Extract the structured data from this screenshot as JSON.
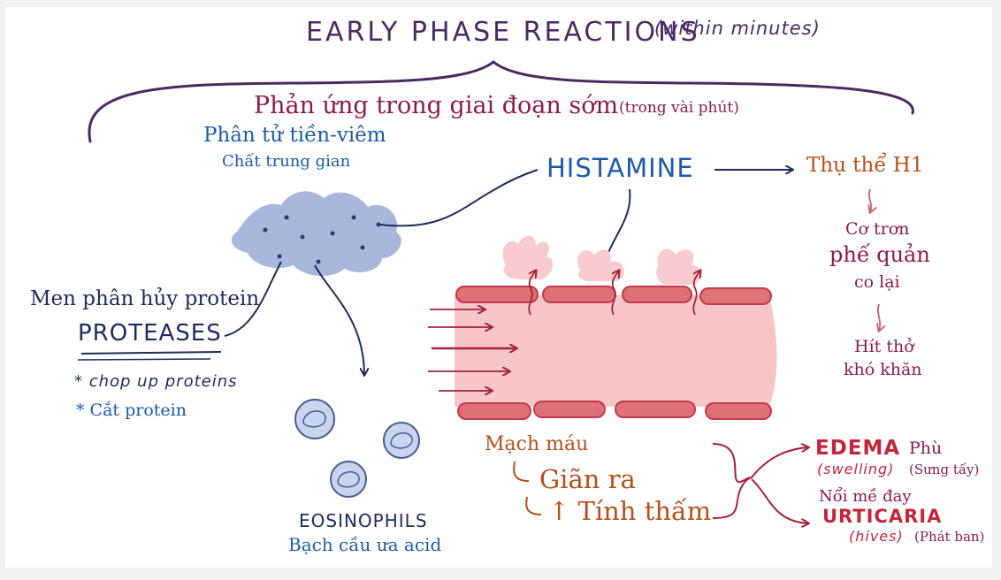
{
  "colors": {
    "purple": "#4b2a63",
    "maroon": "#8b1c4e",
    "blue": "#1f5aa8",
    "navy": "#1d2c5e",
    "orange": "#b5501a",
    "crimson": "#c1273c",
    "cell_fill": "#aab7dc",
    "vessel_fill": "#f6c6c9",
    "vessel_wall": "#d9545f"
  },
  "header": {
    "title_en": "Early phase reactions",
    "title_en_note": "(within minutes)",
    "title_vi": "Phản ứng trong giai đoạn sớm",
    "title_vi_note": "(trong vài phút)"
  },
  "mast_cell": {
    "label_vi": "Phân tử tiền-viêm",
    "sublabel_vi": "Chất trung gian"
  },
  "histamine": {
    "label": "Histamine",
    "receptor": "Thụ thể H1",
    "effect_1": "Cơ trơn",
    "effect_2": "phế quản",
    "effect_3": "co lại",
    "result_1": "Hít thở",
    "result_2": "khó khăn"
  },
  "proteases": {
    "label_vi": "Men phân hủy protein",
    "label_en": "Proteases",
    "note_en": "* chop up proteins",
    "note_vi": "* Cắt protein"
  },
  "eosinophils": {
    "label_en": "Eosinophils",
    "label_vi": "Bạch cầu ưa acid"
  },
  "vessel": {
    "label_vi": "Mạch máu",
    "dilate": "Giãn ra",
    "permeability": "↑ Tính thấm"
  },
  "outcomes": {
    "edema_en": "Edema",
    "edema_vi": "Phù",
    "swelling_en": "(swelling)",
    "swelling_vi": "(Sưng tấy)",
    "hives_vi": "Nổi mề đay",
    "urticaria_en": "Urticaria",
    "hives_en": "(hives)",
    "hives_note_vi": "(Phát ban)"
  },
  "icons": [
    "mast-cell",
    "eosinophil-cell",
    "blood-vessel",
    "arrow"
  ]
}
